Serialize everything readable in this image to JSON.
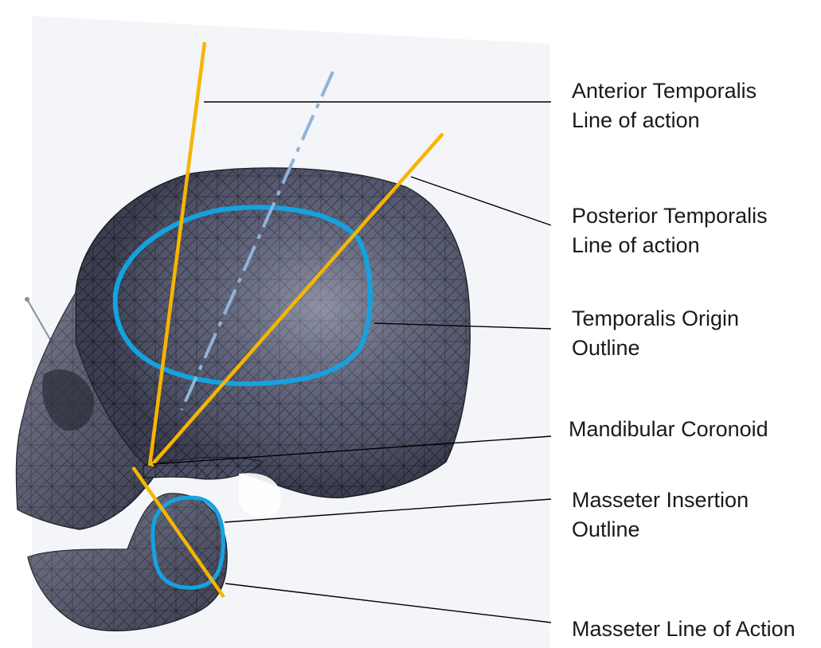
{
  "labels": {
    "anterior_temporalis": [
      "Anterior Temporalis",
      "Line of action"
    ],
    "posterior_temporalis": [
      "Posterior Temporalis",
      "Line of action"
    ],
    "temporalis_origin": [
      "Temporalis Origin",
      "Outline"
    ],
    "mandibular_coronoid": [
      "Mandibular Coronoid"
    ],
    "masseter_insertion": [
      "Masseter Insertion",
      "Outline"
    ],
    "masseter_line": [
      "Masseter Line of Action"
    ]
  },
  "colors": {
    "mesh_fill": "#4a4e63",
    "mesh_light": "#b6b9cf",
    "mesh_edge": "#1b1c26",
    "line_of_action": "#f7b500",
    "outline": "#14a3e0",
    "axis_dashdot": "#8fb3dc",
    "leader": "#000000"
  }
}
